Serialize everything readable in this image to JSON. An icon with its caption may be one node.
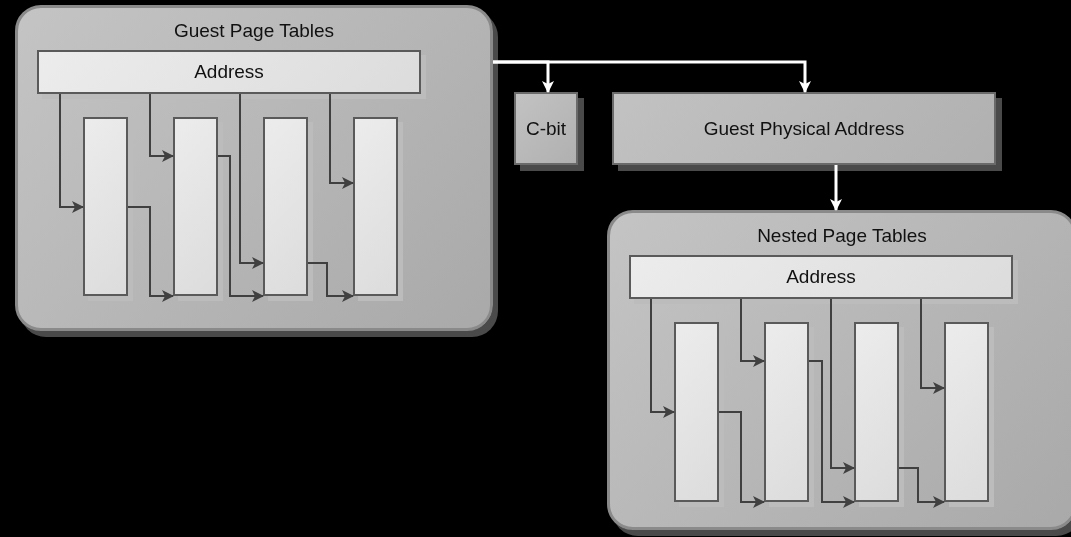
{
  "diagram": {
    "nodes": [
      {
        "text": [
          "Guest Page Tables"
        ]
      },
      {
        "text": [
          "Address"
        ],
        "in": 0
      },
      {
        "text": [],
        "shape": "bar",
        "in": 0
      },
      {
        "text": [],
        "shape": "bar",
        "in": 0
      },
      {
        "text": [],
        "shape": "bar",
        "in": 0
      },
      {
        "text": [],
        "shape": "bar",
        "in": 0
      },
      {
        "text": [
          "C-bit"
        ]
      },
      {
        "text": [
          "Guest Physical Address"
        ]
      },
      {
        "text": [
          "Nested Page Tables"
        ]
      },
      {
        "text": [
          "Address"
        ],
        "in": 8
      },
      {
        "text": [],
        "shape": "bar",
        "in": 8
      },
      {
        "text": [],
        "shape": "bar",
        "in": 8
      },
      {
        "text": [],
        "shape": "bar",
        "in": 8
      },
      {
        "text": [],
        "shape": "bar",
        "in": 8
      }
    ],
    "edges": [
      {
        "from": 1,
        "to": 2,
        "arrow": "to"
      },
      {
        "from": 1,
        "to": 3,
        "arrow": "to"
      },
      {
        "from": 1,
        "to": 4,
        "arrow": "to"
      },
      {
        "from": 1,
        "to": 5,
        "arrow": "to"
      },
      {
        "from": 2,
        "to": 3,
        "arrow": "to"
      },
      {
        "from": 3,
        "to": 4,
        "arrow": "to"
      },
      {
        "from": 4,
        "to": 5,
        "arrow": "to"
      },
      {
        "from": 0,
        "to": 6,
        "arrow": "to",
        "color": "#ffffff"
      },
      {
        "from": 0,
        "to": 7,
        "arrow": "to",
        "color": "#ffffff"
      },
      {
        "from": 7,
        "to": 8,
        "arrow": "to",
        "color": "#ffffff"
      },
      {
        "from": 9,
        "to": 10,
        "arrow": "to"
      },
      {
        "from": 9,
        "to": 11,
        "arrow": "to"
      },
      {
        "from": 9,
        "to": 12,
        "arrow": "to"
      },
      {
        "from": 9,
        "to": 13,
        "arrow": "to"
      },
      {
        "from": 10,
        "to": 11,
        "arrow": "to"
      },
      {
        "from": 11,
        "to": 12,
        "arrow": "to"
      },
      {
        "from": 12,
        "to": 13,
        "arrow": "to"
      }
    ]
  }
}
